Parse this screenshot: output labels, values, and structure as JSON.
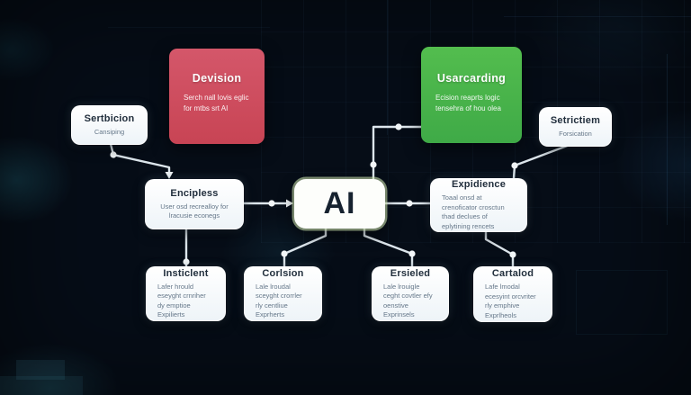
{
  "diagram": {
    "center": {
      "title": "AI"
    },
    "devision": {
      "title": "Devision",
      "subtitle": "Serch nall lovis eglic for mtbs srt AI"
    },
    "usarcarding": {
      "title": "Usarcarding",
      "subtitle": "Ecision reaprts logic tensehra of hou olea"
    },
    "sertbicion": {
      "title": "Sertbicion",
      "subtitle": "Cansiping"
    },
    "setrictiem": {
      "title": "Setrictiem",
      "subtitle": "Forsication"
    },
    "encipless": {
      "title": "Encipless",
      "subtitle": "User osd recrealloy for lracusie econegs"
    },
    "expidience": {
      "title": "Expidience",
      "subtitle": "Toaal onsd at crenoficator crosctun thad declues of eplytining rencets"
    },
    "insticlent": {
      "title": "Insticlent",
      "subtitle": "Lafer hrould eseyght crnriher dy emptioe Expilierts"
    },
    "corlsion": {
      "title": "Corlsion",
      "subtitle": "Lale lroudal sceyght crorrler rly centliue Exprherts"
    },
    "ersieled": {
      "title": "Ersieled",
      "subtitle": "Lale lrouigle ceght covtler efy oenstive Exprinsels"
    },
    "cartalod": {
      "title": "Cartalod",
      "subtitle": "Lafe lmodal ecesyint orcvriter rly emphive Exprlheols"
    }
  },
  "colors": {
    "background": "#060d17",
    "red_node": "#ce4b5b",
    "green_node": "#47b34b",
    "card": "#f7fafc",
    "title_text": "#222f3d",
    "subtitle_text": "#66788a",
    "connector": "#dde6ec"
  }
}
